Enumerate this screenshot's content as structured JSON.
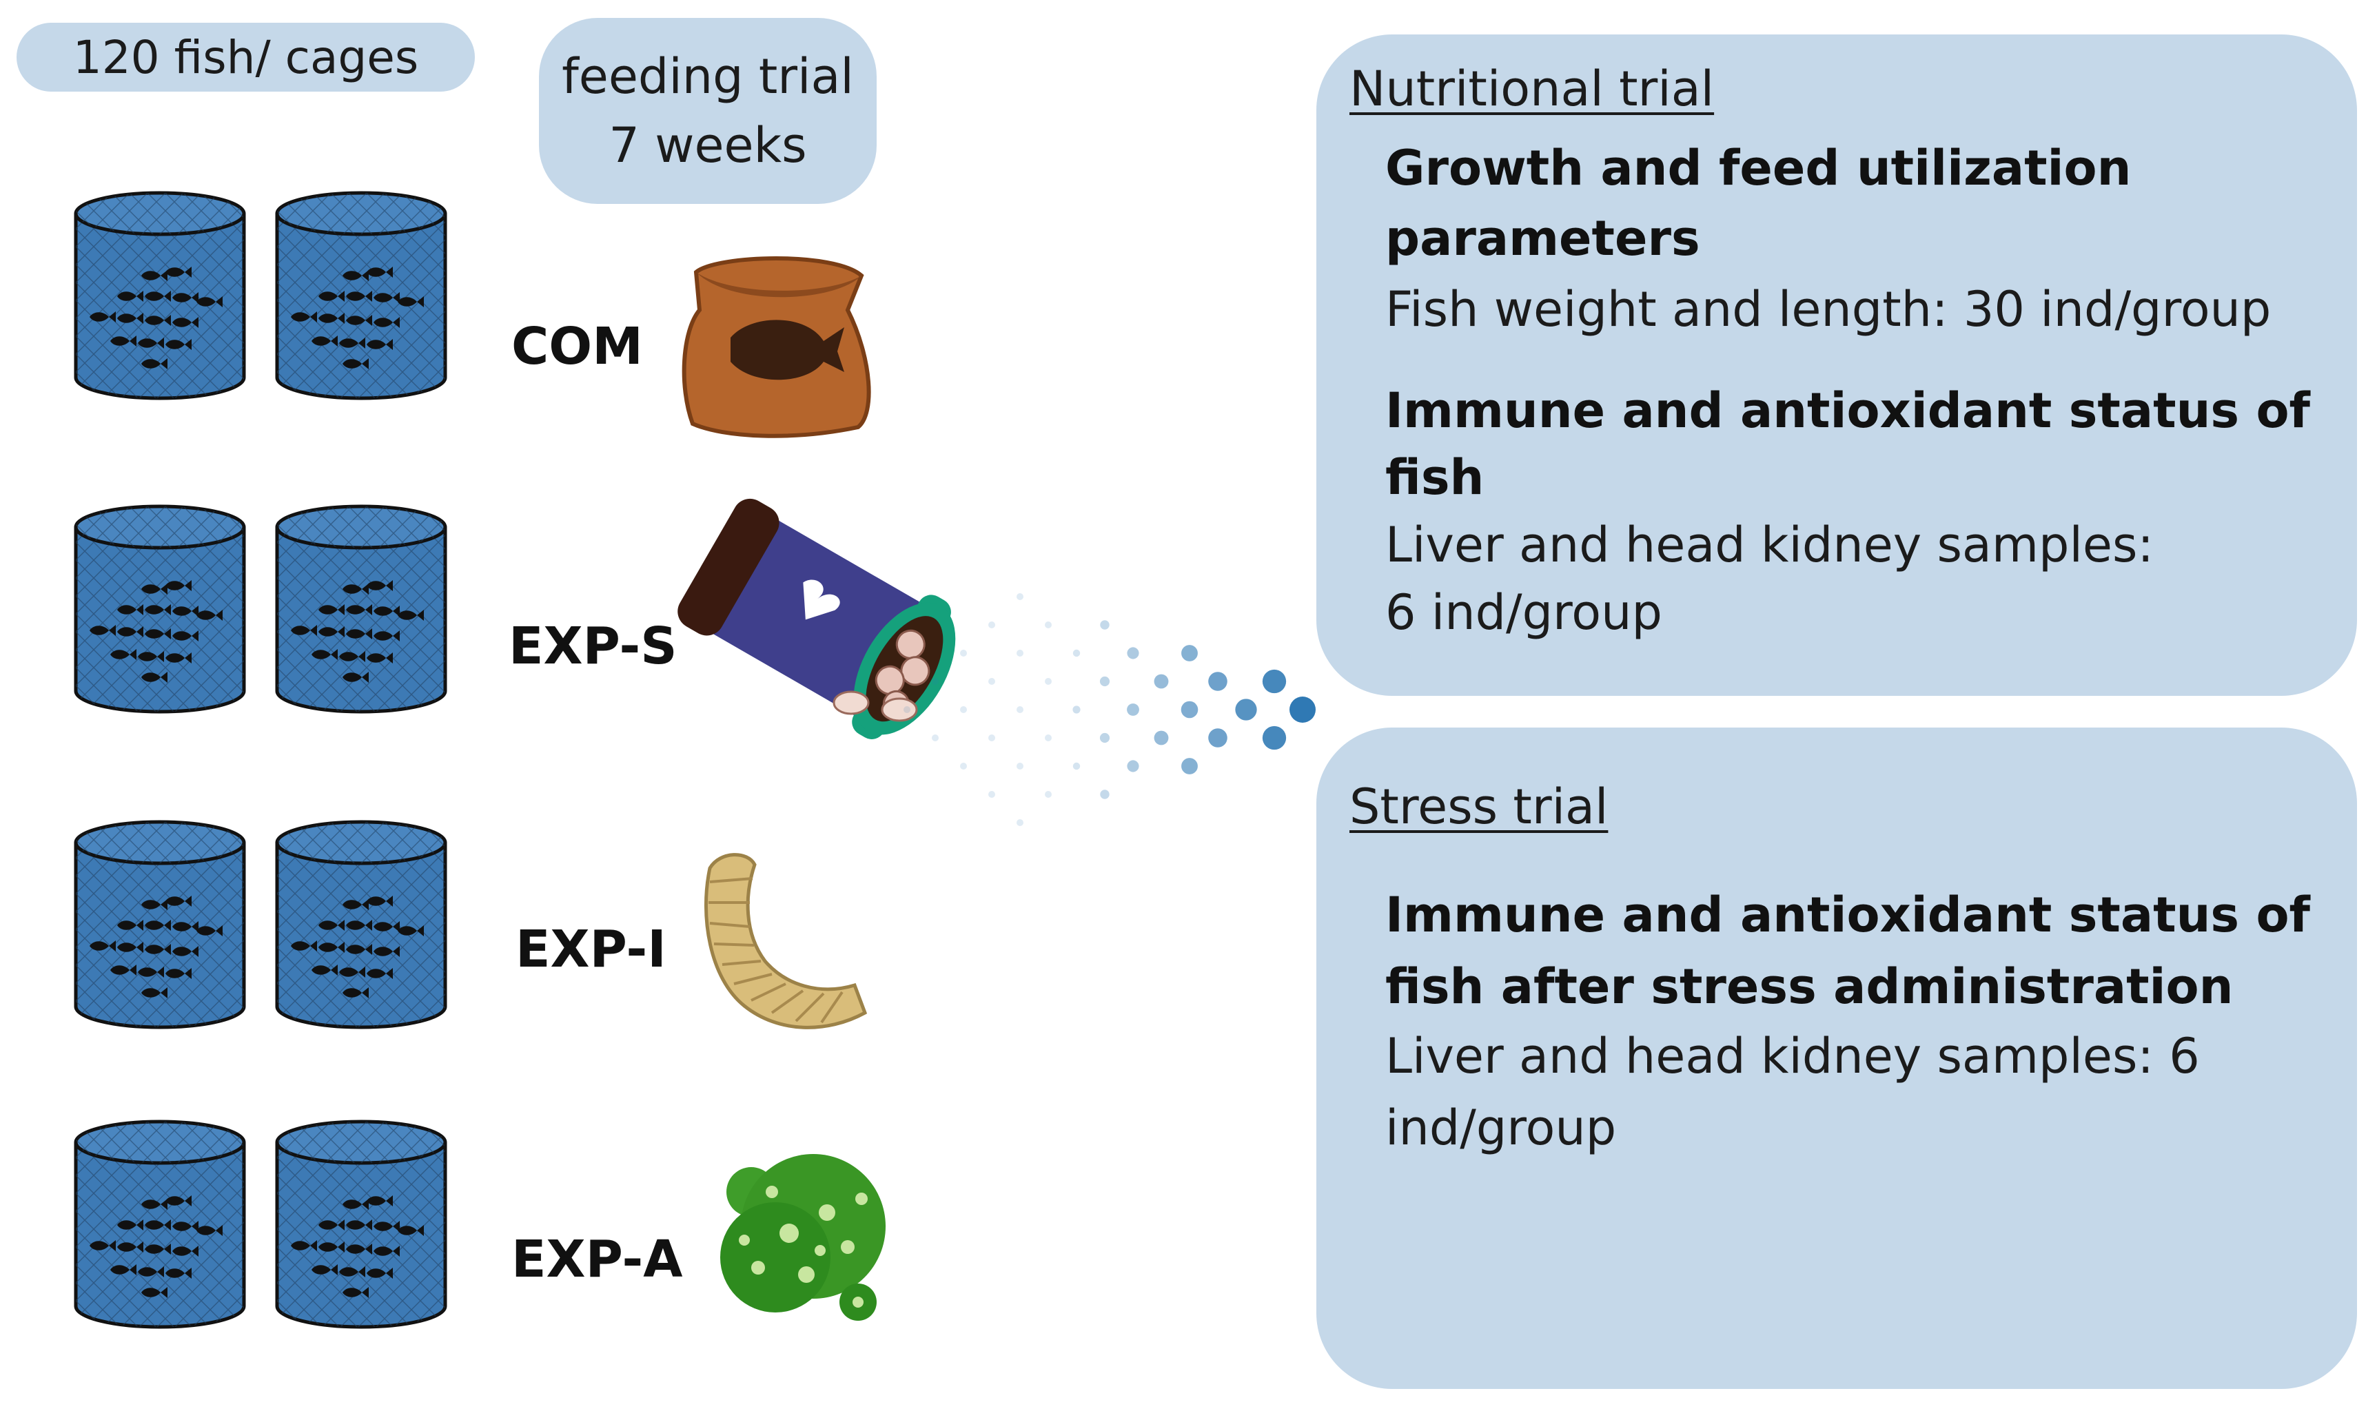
{
  "left": {
    "cages_label": "120 fish/ cages",
    "trial_line1": "feeding trial",
    "trial_line2": "7 weeks",
    "groups": [
      "COM",
      "EXP-S",
      "EXP-I",
      "EXP-A"
    ]
  },
  "nutritional": {
    "title": "Nutritional trial",
    "head1_line1": "Growth and feed utilization",
    "head1_line2": "parameters",
    "text1": "Fish weight and length: 30 ind/group",
    "head2_line1": "Immune and antioxidant status of",
    "head2_line2": "fish",
    "text2_line1": "Liver and head kidney samples:",
    "text2_line2": "6 ind/group"
  },
  "stress": {
    "title": "Stress trial",
    "head_line1": "Immune and antioxidant status of",
    "head_line2": "fish after stress administration",
    "text_line1": "Liver and head kidney samples: 6",
    "text_line2": "ind/group"
  },
  "colors": {
    "panel": "#c5d8e9",
    "cage": "#3d7ab5",
    "arrow": "#2f79b4",
    "liver": "#b8321e",
    "ruler": "#1aa37a",
    "algae": "#2e8b1e",
    "feed_bag": "#b5652c"
  },
  "icons": [
    "cage-icon",
    "fish-icon",
    "feed-bag-icon",
    "supplement-jar-icon",
    "insect-larva-icon",
    "algae-icon",
    "ruler-icon",
    "liver-icon",
    "scalpel-icon",
    "sample-tube-icon"
  ]
}
